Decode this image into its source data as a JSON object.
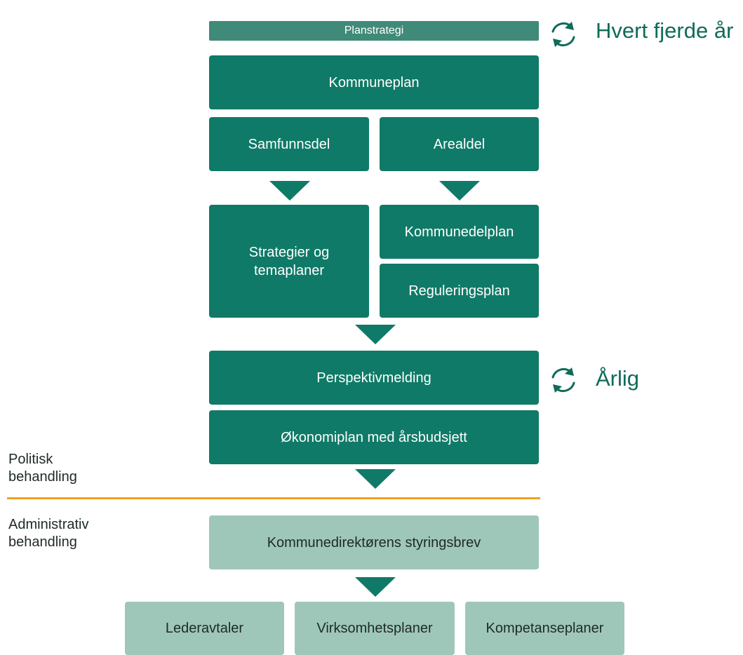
{
  "colors": {
    "dark_box": "#0f7a67",
    "strategy_strip": "#3f8a78",
    "light_box": "#9ec7ba",
    "divider": "#f0a21f",
    "frequency_text": "#0f6b5a",
    "cycle_icon": "#0f6b5a"
  },
  "planstrategi": {
    "label": "Planstrategi"
  },
  "kommuneplan": {
    "label": "Kommuneplan"
  },
  "samfunnsdel": {
    "label": "Samfunnsdel"
  },
  "arealdel": {
    "label": "Arealdel"
  },
  "strategier": {
    "line1": "Strategier og",
    "line2": "temaplaner"
  },
  "kommunedelplan": {
    "label": "Kommunedelplan"
  },
  "reguleringsplan": {
    "label": "Reguleringsplan"
  },
  "perspektivmelding": {
    "label": "Perspektivmelding"
  },
  "okonomiplan": {
    "label": "Økonomiplan med årsbudsjett"
  },
  "politisk": {
    "line1": "Politisk",
    "line2": "behandling"
  },
  "administrativ": {
    "line1": "Administrativ",
    "line2": "behandling"
  },
  "styringsbrev": {
    "label": "Kommunedirektørens styringsbrev"
  },
  "bottom": {
    "lederavtaler": "Lederavtaler",
    "virksomhetsplaner": "Virksomhetsplaner",
    "kompetanseplaner": "Kompetanseplaner"
  },
  "cycles": {
    "top": {
      "icon": "cycle-arrows-icon",
      "label": "Hvert fjerde år"
    },
    "mid": {
      "icon": "cycle-arrows-icon",
      "label": "Årlig"
    }
  }
}
